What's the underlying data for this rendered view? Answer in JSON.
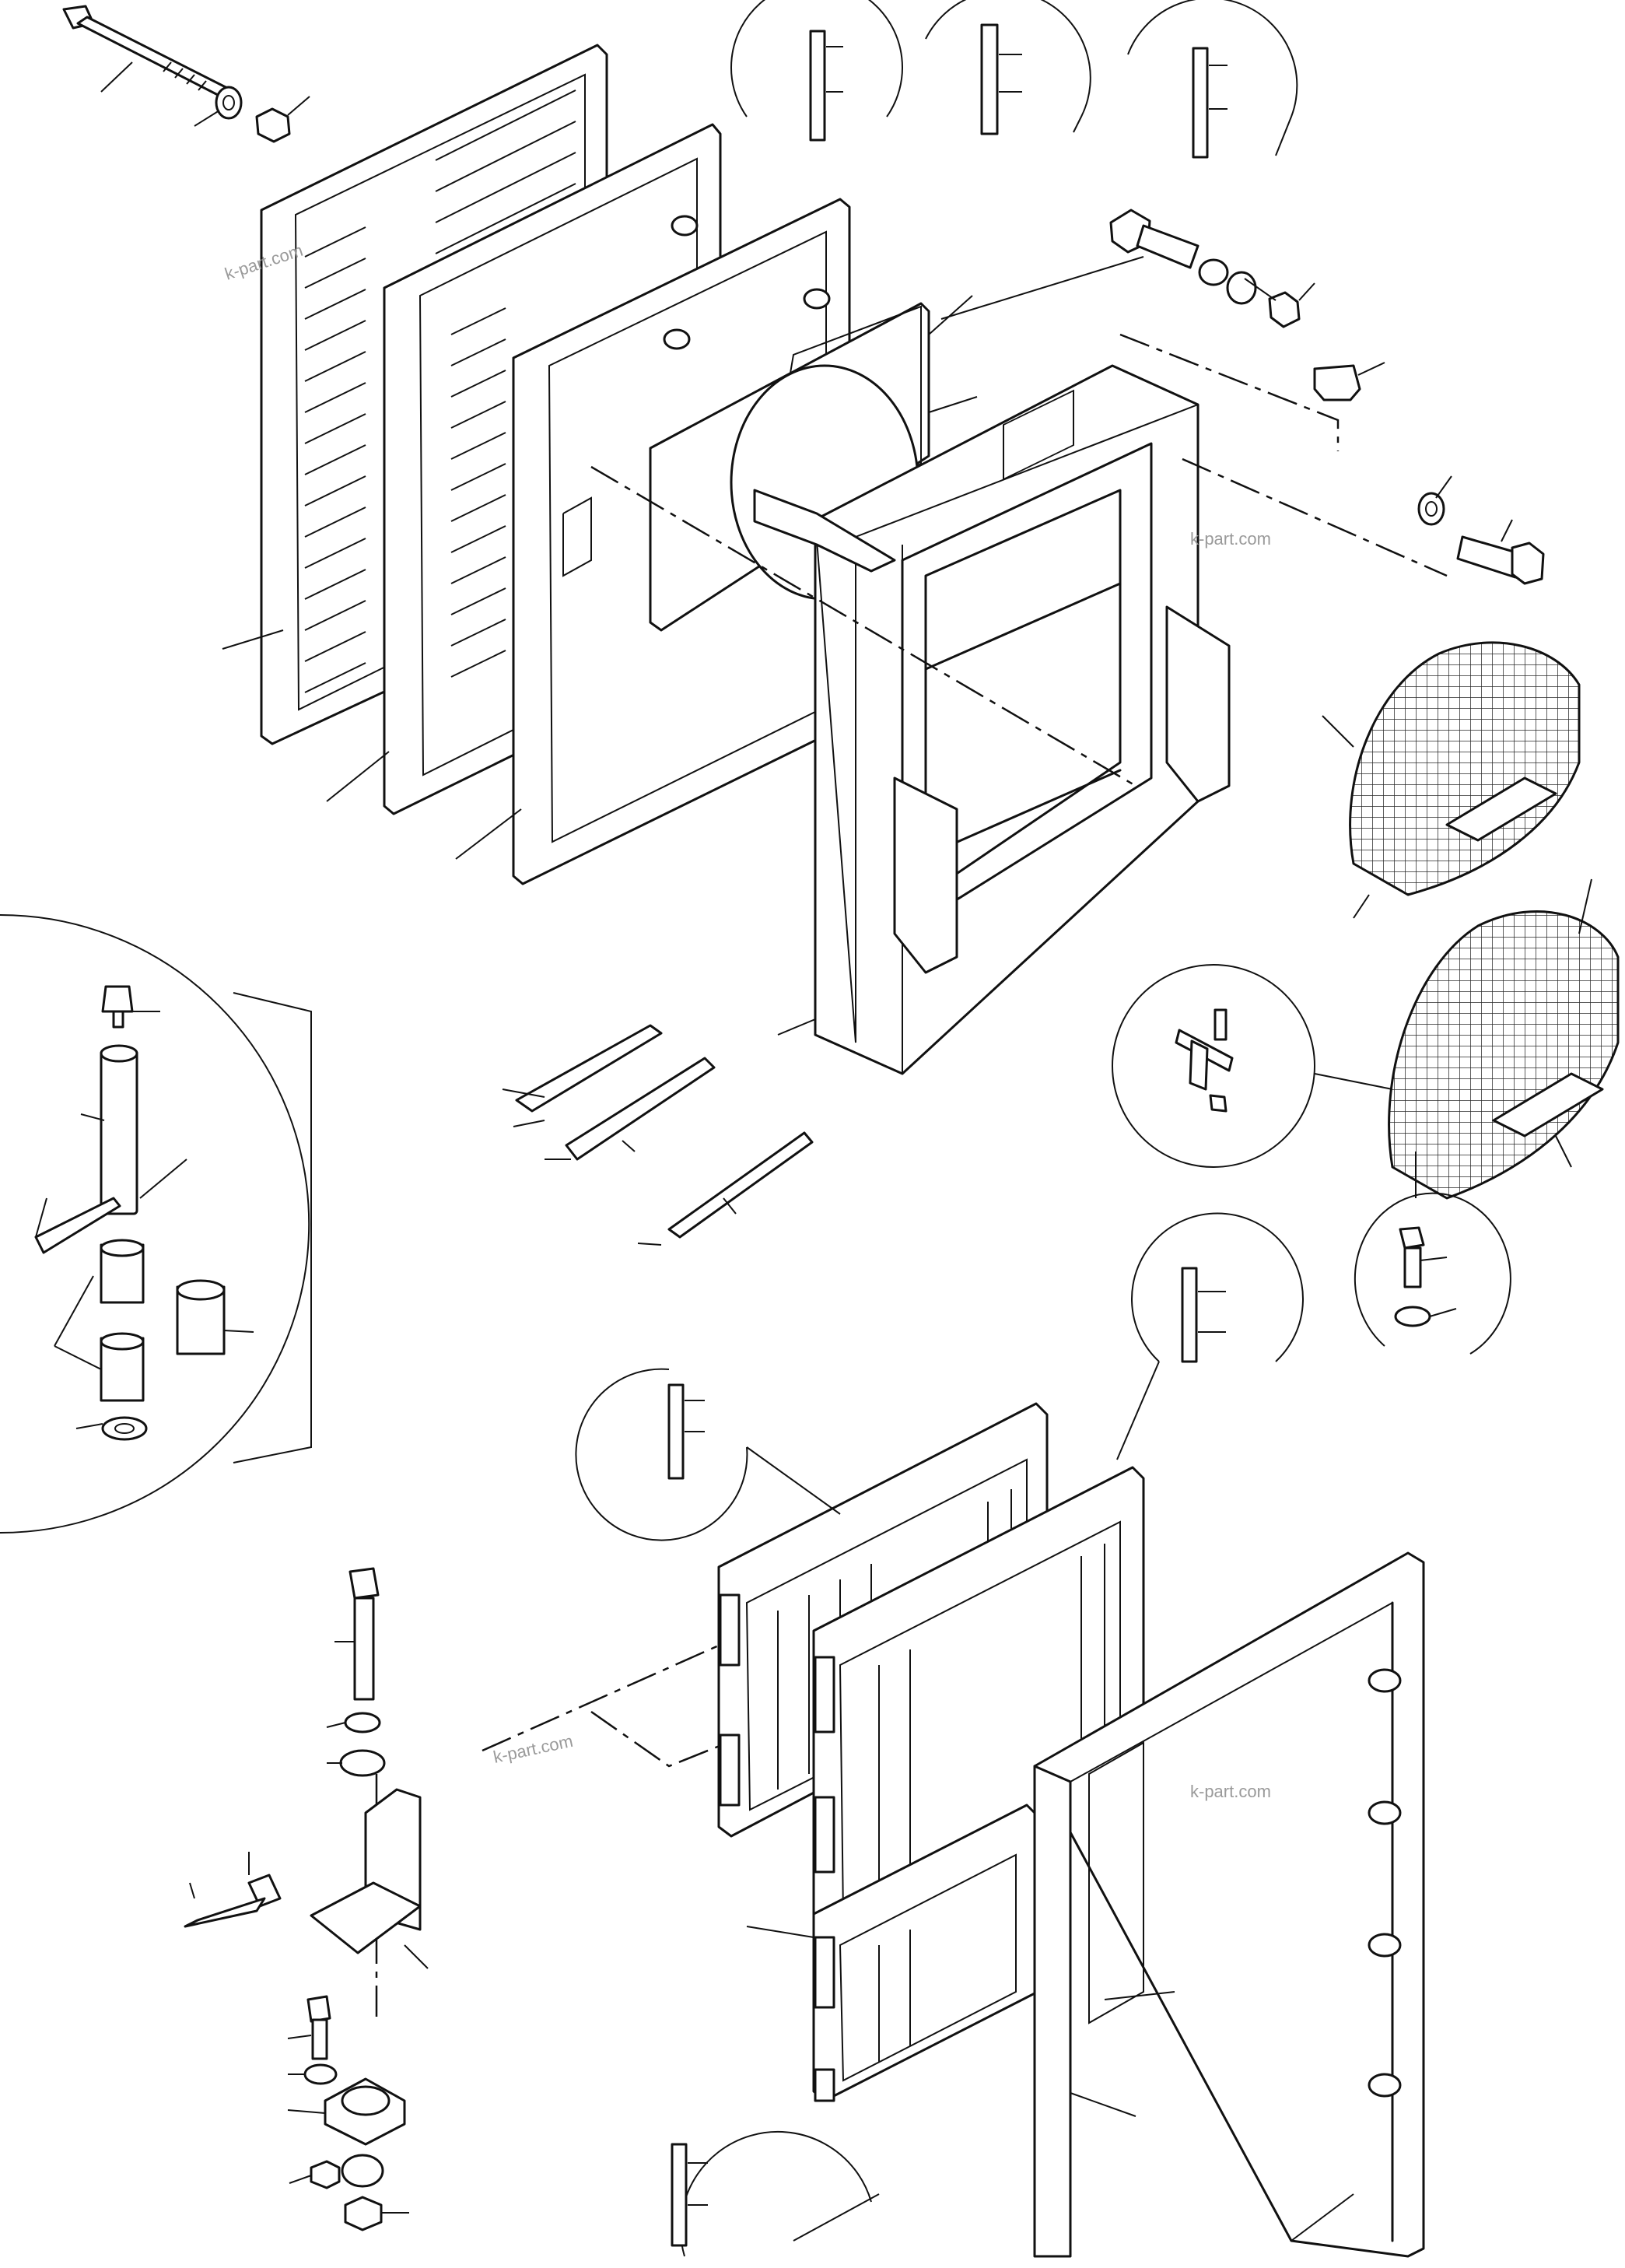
{
  "watermarks": [
    "k-part.com",
    "k-part.com",
    "k-part.com",
    "k-part.com"
  ],
  "colors": {
    "line": "#111111",
    "watermark": "#9a9a9a",
    "background": "#ffffff"
  },
  "components": [
    "long-bolt",
    "washer",
    "nut",
    "outer-frame-panel",
    "middle-frame-panel",
    "inner-frame-panel",
    "fan-shroud",
    "main-support-frame",
    "fan-guard-upper",
    "fan-guard-lower",
    "mounting-plates",
    "pin-and-bushing-detail",
    "radiator-core-upper",
    "radiator-core-middle",
    "radiator-core-lower",
    "rear-frame",
    "mounting-bracket",
    "rubber-mount"
  ]
}
